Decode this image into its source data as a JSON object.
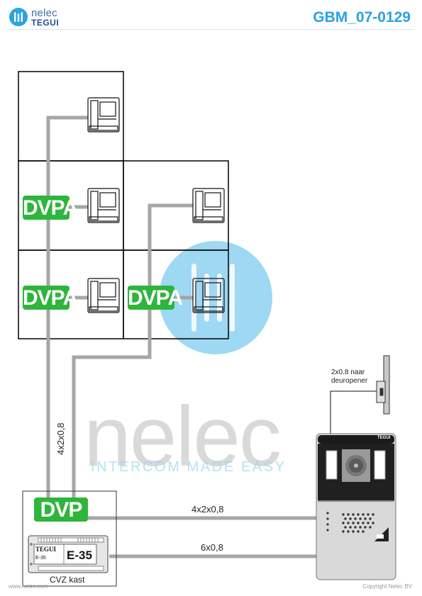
{
  "header": {
    "brand_line1": "nelec",
    "brand_line2": "TEGUI",
    "doc_code": "GBM_07-0129"
  },
  "watermark": {
    "word": "nelec",
    "tagline": "INTERCOM MADE EASY"
  },
  "modules": {
    "dvpa_1": "DVPA",
    "dvpa_2": "DVPA",
    "dvpa_3": "DVPA",
    "dvp": "DVP"
  },
  "cables": {
    "riser": "4x2x0,8",
    "to_panel": "4x2x0,8",
    "power": "6x0,8",
    "door_opener": "2x0.8 naar deuropener"
  },
  "power_supply": {
    "brand": "TEGUI",
    "model_small": "E-35",
    "model_large": "E-35",
    "cabinet_label": "CVZ kast"
  },
  "door_panel": {
    "brand": "TEGUI"
  },
  "footer": {
    "website": "www.nelec.com",
    "copyright": "Copyright Nelec BV"
  },
  "colors": {
    "accent_blue": "#2aa3e0",
    "module_green": "#2eb53b",
    "cable_grey": "#a6a6a6"
  }
}
